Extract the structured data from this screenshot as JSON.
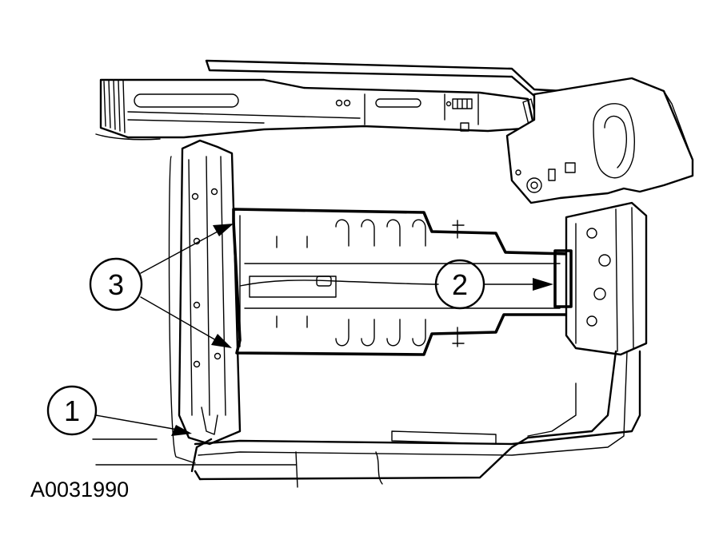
{
  "figure_id": "A0031990",
  "callouts": [
    {
      "number": "1"
    },
    {
      "number": "2"
    },
    {
      "number": "3"
    }
  ]
}
